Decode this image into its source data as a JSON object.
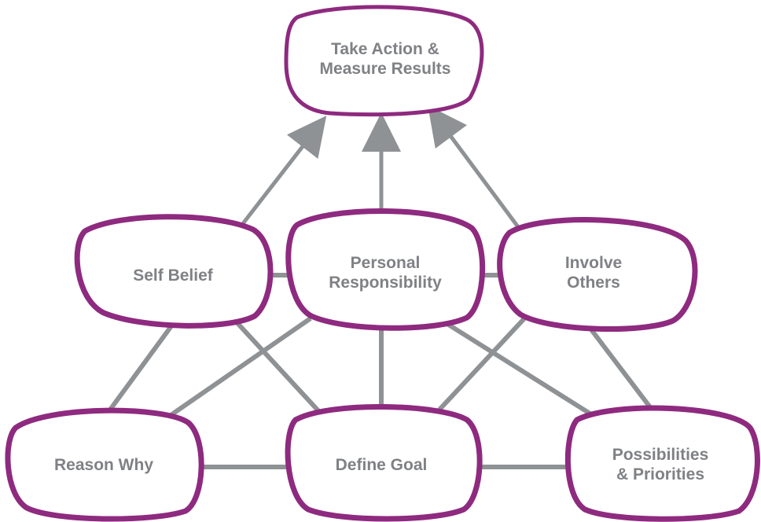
{
  "diagram": {
    "colors": {
      "node_border": "#8e2a7f",
      "node_fill": "#ffffff",
      "connector": "#8f9294",
      "label_text": "#7f8184"
    },
    "nodes": {
      "top": {
        "label": "Take Action &\nMeasure Results"
      },
      "self_belief": {
        "label": "Self Belief"
      },
      "personal_responsibility": {
        "label": "Personal\nResponsibility"
      },
      "involve_others": {
        "label": "Involve\nOthers"
      },
      "reason_why": {
        "label": "Reason Why"
      },
      "define_goal": {
        "label": "Define Goal"
      },
      "possibilities": {
        "label": "Possibilities\n& Priorities"
      }
    }
  }
}
